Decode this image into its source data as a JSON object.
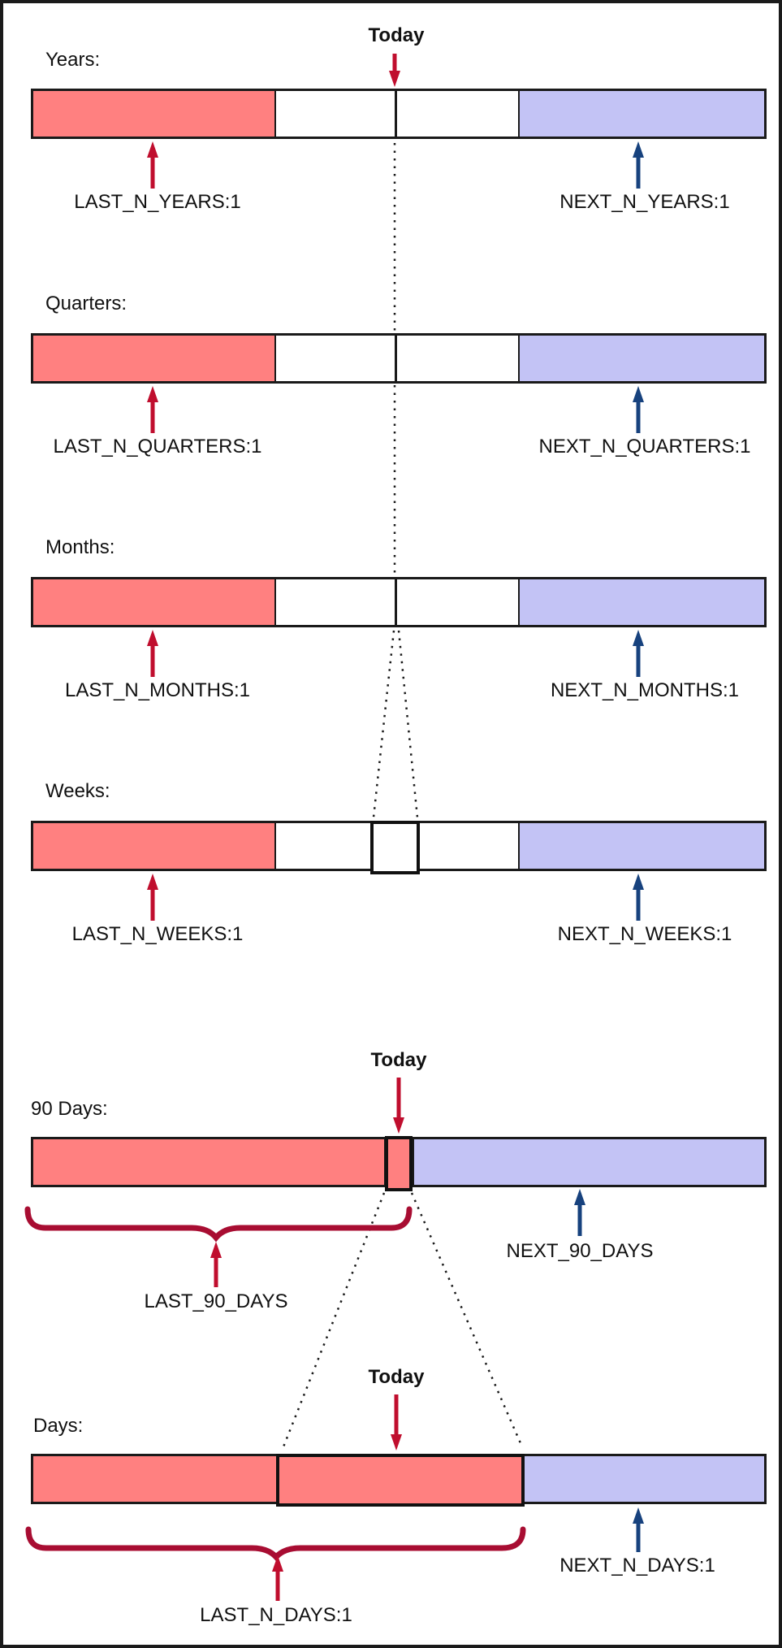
{
  "today_label": "Today",
  "rows": {
    "years": {
      "label": "Years:",
      "last": "LAST_N_YEARS:1",
      "next": "NEXT_N_YEARS:1"
    },
    "quarters": {
      "label": "Quarters:",
      "last": "LAST_N_QUARTERS:1",
      "next": "NEXT_N_QUARTERS:1"
    },
    "months": {
      "label": "Months:",
      "last": "LAST_N_MONTHS:1",
      "next": "NEXT_N_MONTHS:1"
    },
    "weeks": {
      "label": "Weeks:",
      "last": "LAST_N_WEEKS:1",
      "next": "NEXT_N_WEEKS:1"
    },
    "ninety_days": {
      "label": "90 Days:",
      "last": "LAST_90_DAYS",
      "next": "NEXT_90_DAYS"
    },
    "days": {
      "label": "Days:",
      "last": "LAST_N_DAYS:1",
      "next": "NEXT_N_DAYS:1"
    }
  },
  "colors": {
    "past_fill": "#FF8080",
    "future_fill": "#C3C3F5",
    "red_accent": "#C00E2E",
    "blue_accent": "#17427E",
    "brace": "#A80D32",
    "line": "#1a1a1a"
  }
}
